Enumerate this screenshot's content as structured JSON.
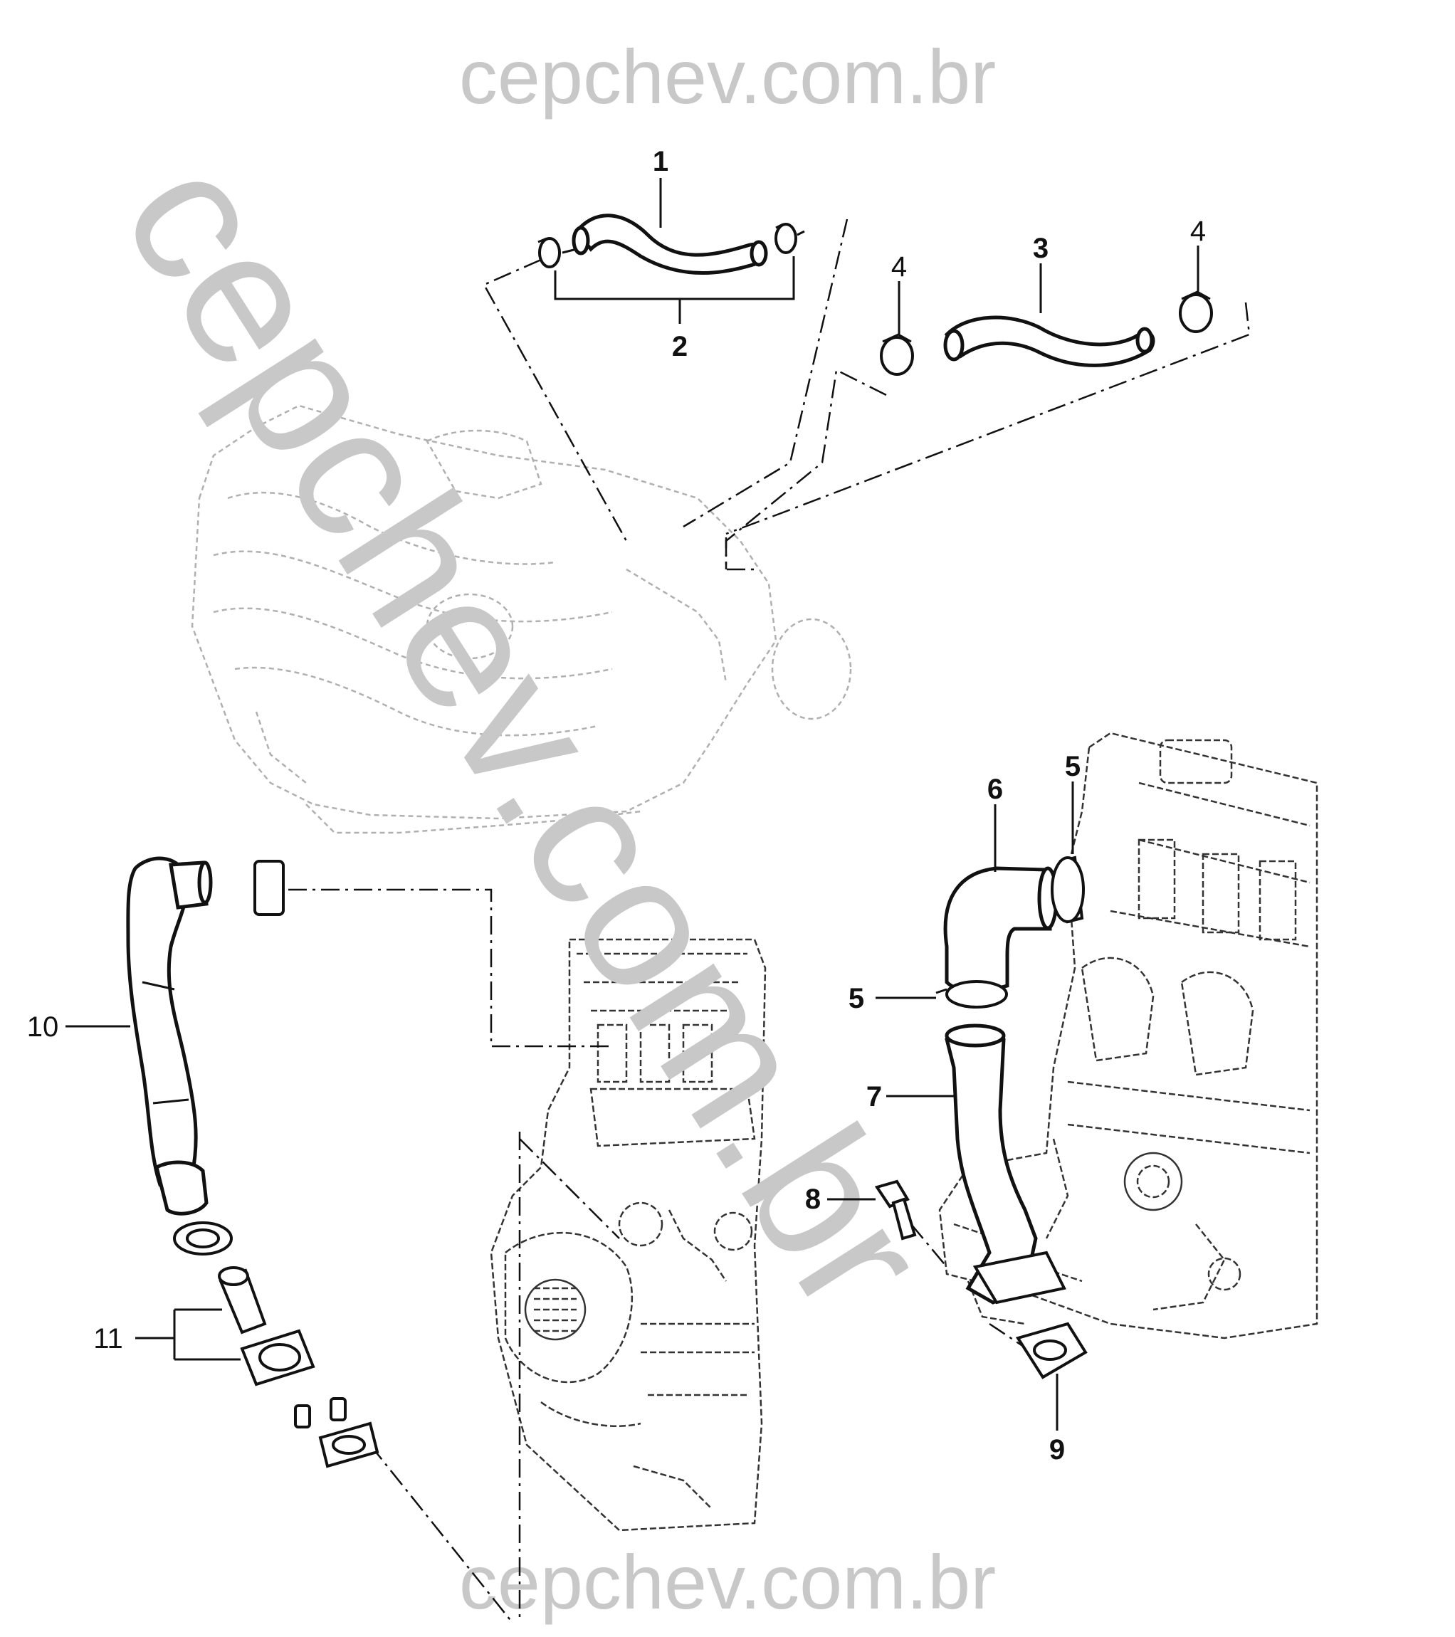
{
  "watermark": {
    "top_text": "cepchev.com.br",
    "bottom_text": "cepchev.com.br",
    "diagonal_text": "cepchev.com.br",
    "color": "#c8c8c8"
  },
  "callouts": {
    "c1": "1",
    "c2": "2",
    "c3": "3",
    "c4a": "4",
    "c4b": "4",
    "c5a": "5",
    "c5b": "5",
    "c6": "6",
    "c7": "7",
    "c8": "8",
    "c9": "9",
    "c10": "10",
    "c11": "11"
  },
  "colors": {
    "line": "#111111",
    "engine": "#333333",
    "ghost": "#b0b0b0"
  }
}
